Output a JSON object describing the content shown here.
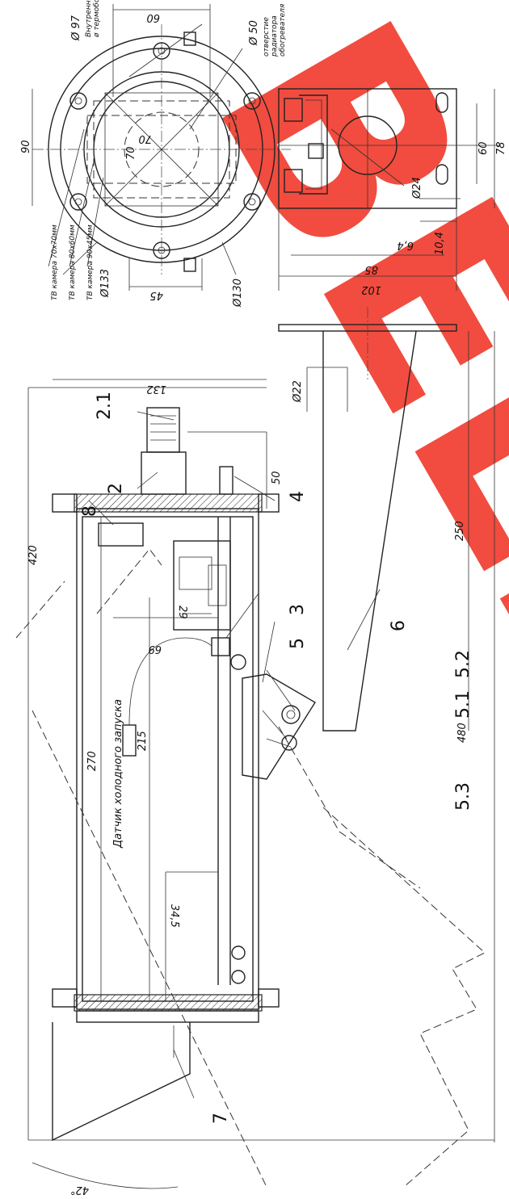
{
  "watermark": "BELL",
  "colors": {
    "watermark": "#f0392b",
    "line": "#222222"
  },
  "callouts": {
    "c2_1": "2.1",
    "c2": "2",
    "c8": "8",
    "c4": "4",
    "c3": "3",
    "c5": "5",
    "c6": "6",
    "c5_2": "5.2",
    "c5_1": "5.1",
    "c5_3": "5.3",
    "c7": "7"
  },
  "dimensions": {
    "d60a": "60",
    "d97": "Ø 97",
    "d50": "Ø 50",
    "d90": "90",
    "d70a": "70",
    "d70b": "70",
    "d45": "45",
    "d133": "Ø133",
    "d130": "Ø130",
    "d24": "Ø24",
    "d60b": "60",
    "d78": "78",
    "d6_4": "6,4",
    "d10_4": "10,4",
    "d85": "85",
    "d102": "102",
    "d132": "132",
    "d22": "Ø22",
    "d50b": "50",
    "d250": "250",
    "d29": "29",
    "d69": "69",
    "d270": "270",
    "d215": "215",
    "d480": "480",
    "d420": "420",
    "d34_5": "34,5",
    "d42": "42°"
  },
  "notes": {
    "inner1": "Внутренний",
    "inner2": "ø термобокса",
    "hole1": "отверстие",
    "hole2": "радиатора",
    "hole3": "обогревателя",
    "cam1": "ТВ камера 70х70мм",
    "cam2": "ТВ камера 80х60мм",
    "cam3": "ТВ камера 90х45мм",
    "sensor": "Датчик холодного запуска"
  }
}
